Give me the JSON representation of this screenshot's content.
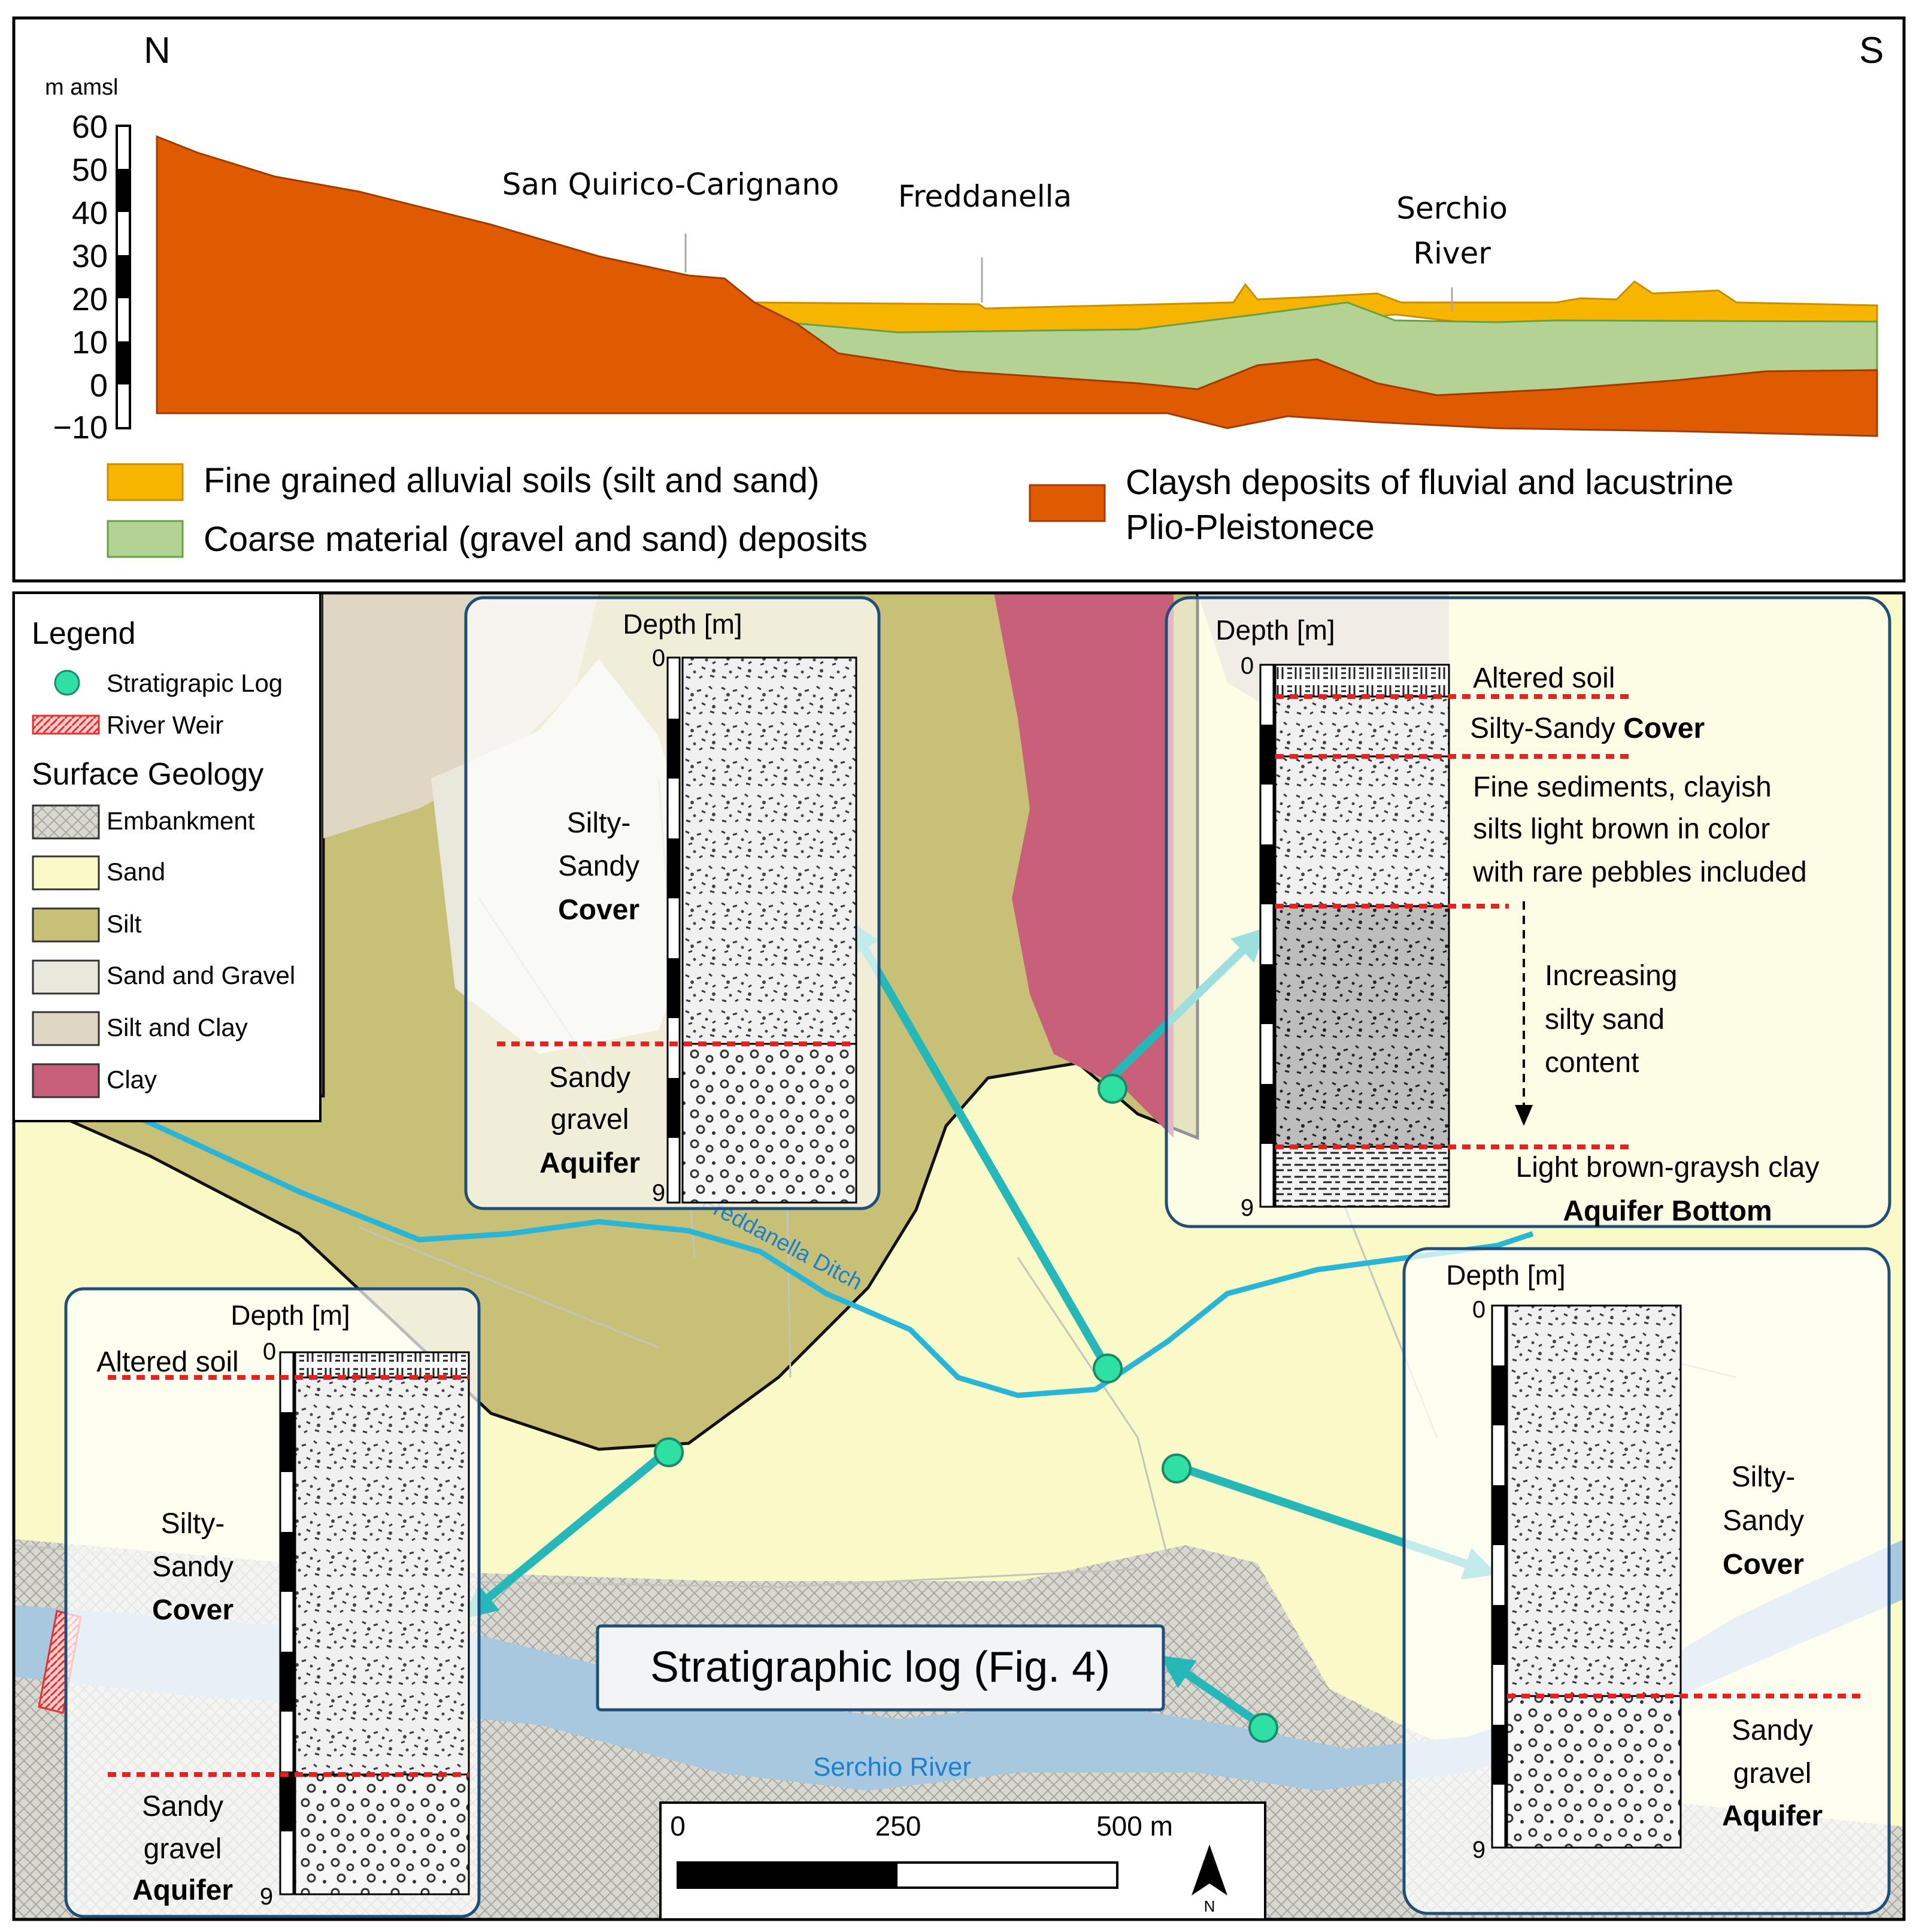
{
  "cross_section": {
    "north": "N",
    "south": "S",
    "y_unit": "m amsl",
    "y_ticks": [
      "60",
      "50",
      "40",
      "30",
      "20",
      "10",
      "0",
      "−10"
    ],
    "places": {
      "san_quirico": "San Quirico-Carignano",
      "freddanella": "Freddanella",
      "serchio_1": "Serchio",
      "serchio_2": "River"
    },
    "legend": {
      "fine": "Fine grained alluvial soils (silt and sand)",
      "coarse": "Coarse material (gravel and sand) deposits",
      "clay_1": "Claysh deposits of fluvial and lacustrine",
      "clay_2": "Plio-Pleistonece"
    },
    "colors": {
      "fine": "#f7b500",
      "coarse": "#b4d294",
      "clay": "#e05a00"
    }
  },
  "map": {
    "legend": {
      "title": "Legend",
      "log": "Stratigrapic Log",
      "weir": "River Weir",
      "geology_title": "Surface Geology",
      "items": [
        "Embankment",
        "Sand",
        "Silt",
        "Sand and Gravel",
        "Silt and Clay",
        "Clay"
      ]
    },
    "labels": {
      "ditch": "Freddanella Ditch",
      "river": "Serchio River",
      "fig_ref": "Stratigraphic log (Fig. 4)"
    },
    "scalebar": {
      "t0": "0",
      "t1": "250",
      "t2": "500 m"
    },
    "north": "N",
    "colors": {
      "sand": "#fafac8",
      "silt": "#c8c077",
      "clay": "#c8607a",
      "river": "#a8c8e0",
      "ditch": "#29b6d6",
      "arrow": "#26b8b8",
      "log_dot": "#2fe0a5"
    }
  },
  "logs": {
    "top_left": {
      "depth_label": "Depth [m]",
      "d0": "0",
      "d9": "9",
      "u1": [
        "Silty-",
        "Sandy",
        "Cover"
      ],
      "u2": [
        "Sandy",
        "gravel",
        "Aquifer"
      ]
    },
    "top_right": {
      "depth_label": "Depth [m]",
      "d0": "0",
      "d9": "9",
      "altered": "Altered soil",
      "cover_a": "Silty-Sandy ",
      "cover_b": "Cover",
      "fine": [
        "Fine sediments, clayish",
        "silts light brown in color",
        "with rare pebbles included"
      ],
      "increasing": [
        "Increasing",
        "silty sand",
        "content"
      ],
      "bottom": [
        "Light brown-graysh clay",
        "Aquifer Bottom"
      ]
    },
    "bottom_left": {
      "depth_label": "Depth [m]",
      "d0": "0",
      "d9": "9",
      "altered": "Altered soil",
      "u1": [
        "Silty-",
        "Sandy",
        "Cover"
      ],
      "u2": [
        "Sandy",
        "gravel",
        "Aquifer"
      ]
    },
    "bottom_right": {
      "depth_label": "Depth [m]",
      "d0": "0",
      "d9": "9",
      "u1": [
        "Silty-",
        "Sandy",
        "Cover"
      ],
      "u2": [
        "Sandy",
        "gravel",
        "Aquifer"
      ]
    }
  }
}
